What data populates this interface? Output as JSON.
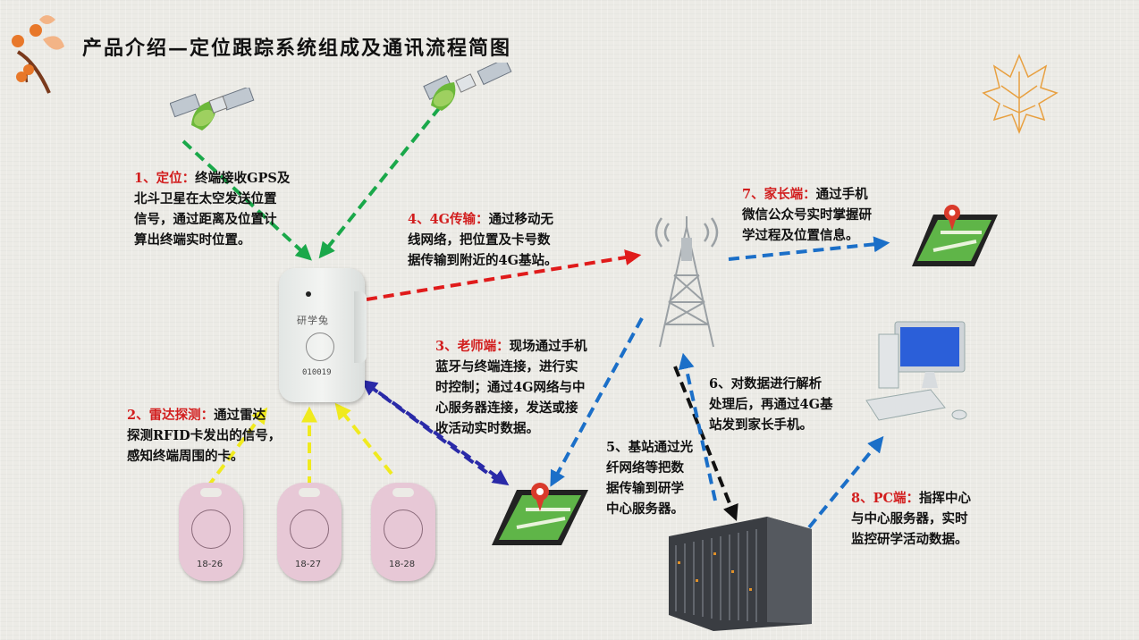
{
  "title": "产品介绍—定位跟踪系统组成及通讯流程简图",
  "device": {
    "brand": "研学兔",
    "serial": "010019"
  },
  "tags": [
    "18-26",
    "18-27",
    "18-28"
  ],
  "notes": {
    "n1": {
      "head": "1、定位：",
      "lines": [
        "终端接收GPS及",
        "北斗卫星在太空发送位置",
        "信号，通过距离及位置计",
        "算出终端实时位置。"
      ]
    },
    "n2": {
      "head": "2、雷达探测：",
      "lines": [
        "通过雷达",
        "探测RFID卡发出的信号，",
        "感知终端周围的卡。"
      ]
    },
    "n3": {
      "head": "3、老师端：",
      "lines": [
        "现场通过手机",
        "蓝牙与终端连接，进行实",
        "时控制；通过4G网络与中",
        "心服务器连接，发送或接",
        "收活动实时数据。"
      ]
    },
    "n4": {
      "head": "4、4G传输：",
      "lines": [
        "通过移动无",
        "线网络，把位置及卡号数",
        "据传输到附近的4G基站。"
      ]
    },
    "n5": {
      "head": "",
      "lines": [
        "5、基站通过光",
        "纤网络等把数",
        "据传输到研学",
        "中心服务器。"
      ]
    },
    "n6": {
      "head": "",
      "lines": [
        "6、对数据进行解析",
        "处理后，再通过4G基",
        "站发到家长手机。"
      ]
    },
    "n7": {
      "head": "7、家长端：",
      "lines": [
        "通过手机",
        "微信公众号实时掌握研",
        "学过程及位置信息。"
      ]
    },
    "n8": {
      "head": "8、PC端：",
      "lines": [
        "指挥中心",
        "与中心服务器，实时",
        "监控研学活动数据。"
      ]
    }
  },
  "colors": {
    "gps": "#1aa84a",
    "rfid": "#f0ea1e",
    "g4": "#e01b1b",
    "blue": "#1b6fc8",
    "bt": "#2a2aa8",
    "fiber": "#111111",
    "label": "#d21e1e"
  }
}
